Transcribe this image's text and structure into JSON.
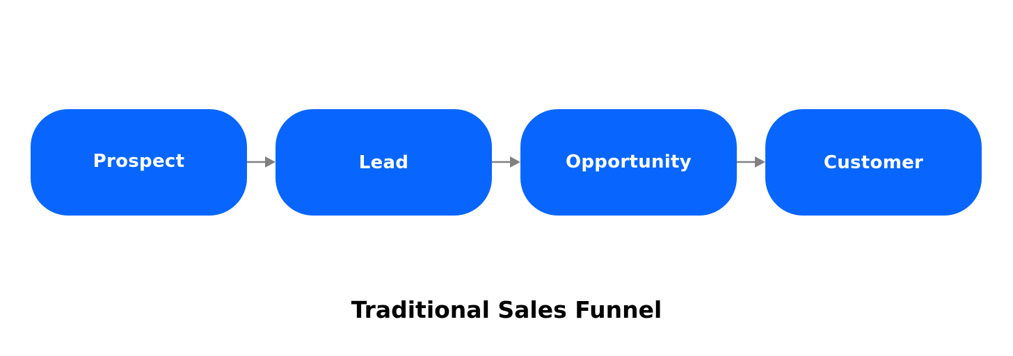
{
  "colors": {
    "box_fill": "#0866FF",
    "box_text": "#FFFFFF",
    "arrow": "#808080",
    "caption": "#000000",
    "background": "#FFFFFF"
  },
  "stages": [
    {
      "label": "Prospect"
    },
    {
      "label": "Lead"
    },
    {
      "label": "Opportunity"
    },
    {
      "label": "Customer"
    }
  ],
  "caption": "Traditional Sales Funnel"
}
